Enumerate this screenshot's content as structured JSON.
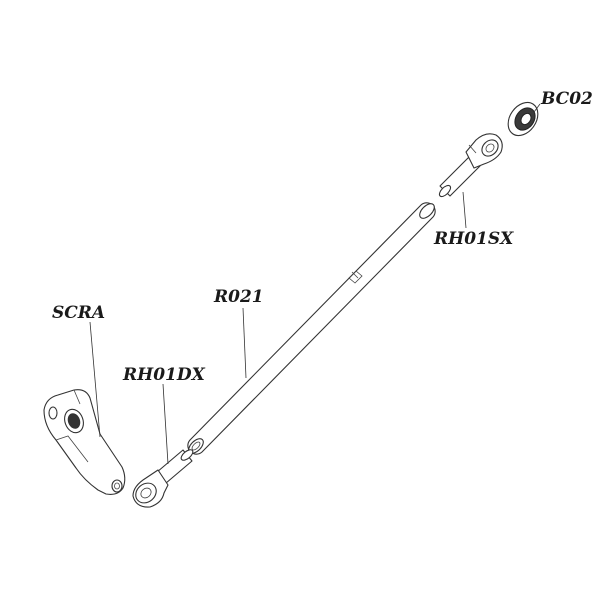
{
  "diagram": {
    "labels": {
      "bc02": "BC02",
      "rh01sx": "RH01SX",
      "r021": "R021",
      "scra": "SCRA",
      "rh01dx": "RH01DX"
    }
  }
}
